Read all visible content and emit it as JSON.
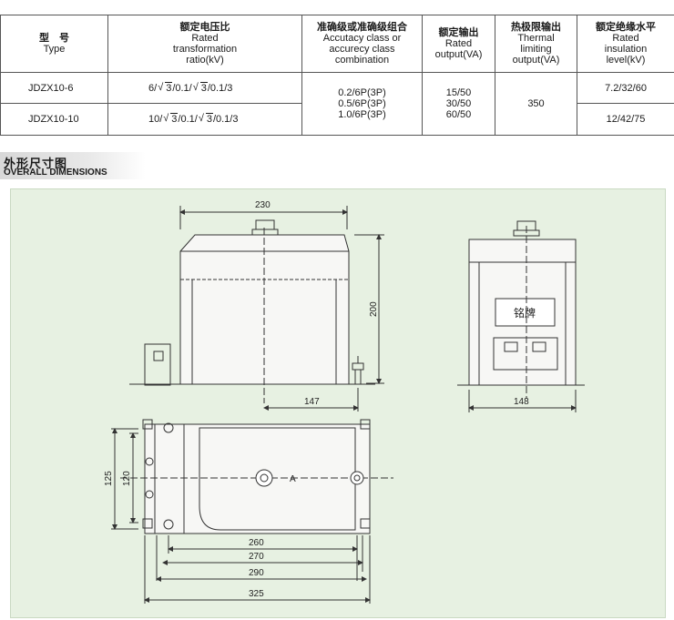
{
  "table": {
    "headers": [
      {
        "zh": "型　号",
        "en": "Type"
      },
      {
        "zh": "额定电压比",
        "en": "Rated transformation ratio(kV)"
      },
      {
        "zh": "准确级或准确级组合",
        "en": "Accutacy class or accurecy class combination"
      },
      {
        "zh": "额定输出",
        "en": "Rated output(VA)"
      },
      {
        "zh": "热极限输出",
        "en": "Thermal limiting output(VA)"
      },
      {
        "zh": "额定绝缘水平",
        "en": "Rated insulation level(kV)"
      }
    ],
    "rows": [
      {
        "model": "JDZX10-6",
        "ratio_a": "6/",
        "ratio_b": "/0.1/",
        "ratio_c": "/0.1/3",
        "insulation": "7.2/32/60"
      },
      {
        "model": "JDZX10-10",
        "ratio_a": "10/",
        "ratio_b": "/0.1/",
        "ratio_c": "/0.1/3",
        "insulation": "12/42/75"
      }
    ],
    "sqrt_symbol": "3",
    "accuracy": [
      "0.2/6P(3P)",
      "0.5/6P(3P)",
      "1.0/6P(3P)"
    ],
    "output": [
      "15/50",
      "30/50",
      "60/50"
    ],
    "thermal": "350"
  },
  "section": {
    "title_zh": "外形尺寸图",
    "title_en": "OVERALL DIMENSIONS"
  },
  "drawing": {
    "dims": {
      "front_width": "230",
      "front_height": "200",
      "front_offset": "147",
      "side_width": "148",
      "plan_height_outer": "125",
      "plan_height_inner": "120",
      "plan_260": "260",
      "plan_270": "270",
      "plan_290": "290",
      "plan_325": "325"
    },
    "nameplate": "铭牌",
    "arrow_label": "A"
  }
}
